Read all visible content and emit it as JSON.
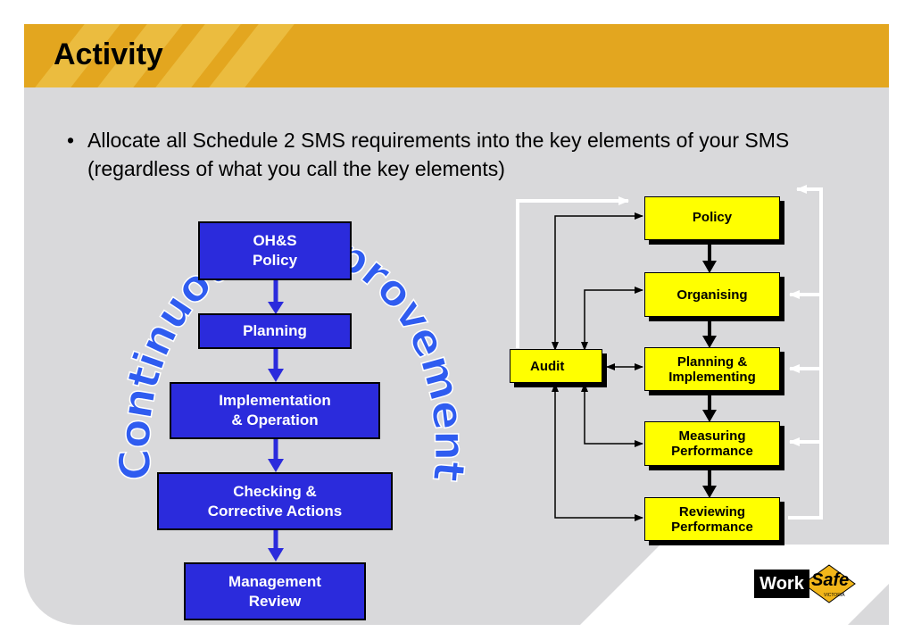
{
  "slide": {
    "title": "Activity",
    "bullet": "Allocate all Schedule 2 SMS requirements into the key elements of your SMS (regardless of what you call the key elements)"
  },
  "left_diagram": {
    "ring_text": "Continuous Improvement",
    "boxes": [
      "OH&S\nPolicy",
      "Planning",
      "Implementation\n& Operation",
      "Checking &\nCorrective Actions",
      "Management\nReview"
    ]
  },
  "right_diagram": {
    "audit": "Audit",
    "elements": [
      "Policy",
      "Organising",
      "Planning &\nImplementing",
      "Measuring\nPerformance",
      "Reviewing\nPerformance"
    ]
  },
  "logo": {
    "work": "Work",
    "safe": "Safe",
    "sub": "VICTORIA"
  },
  "colors": {
    "title_bar": "#e3a61f",
    "panel": "#d9d9db",
    "blue_box": "#2b2bdc",
    "yellow_box": "#ffff00"
  }
}
